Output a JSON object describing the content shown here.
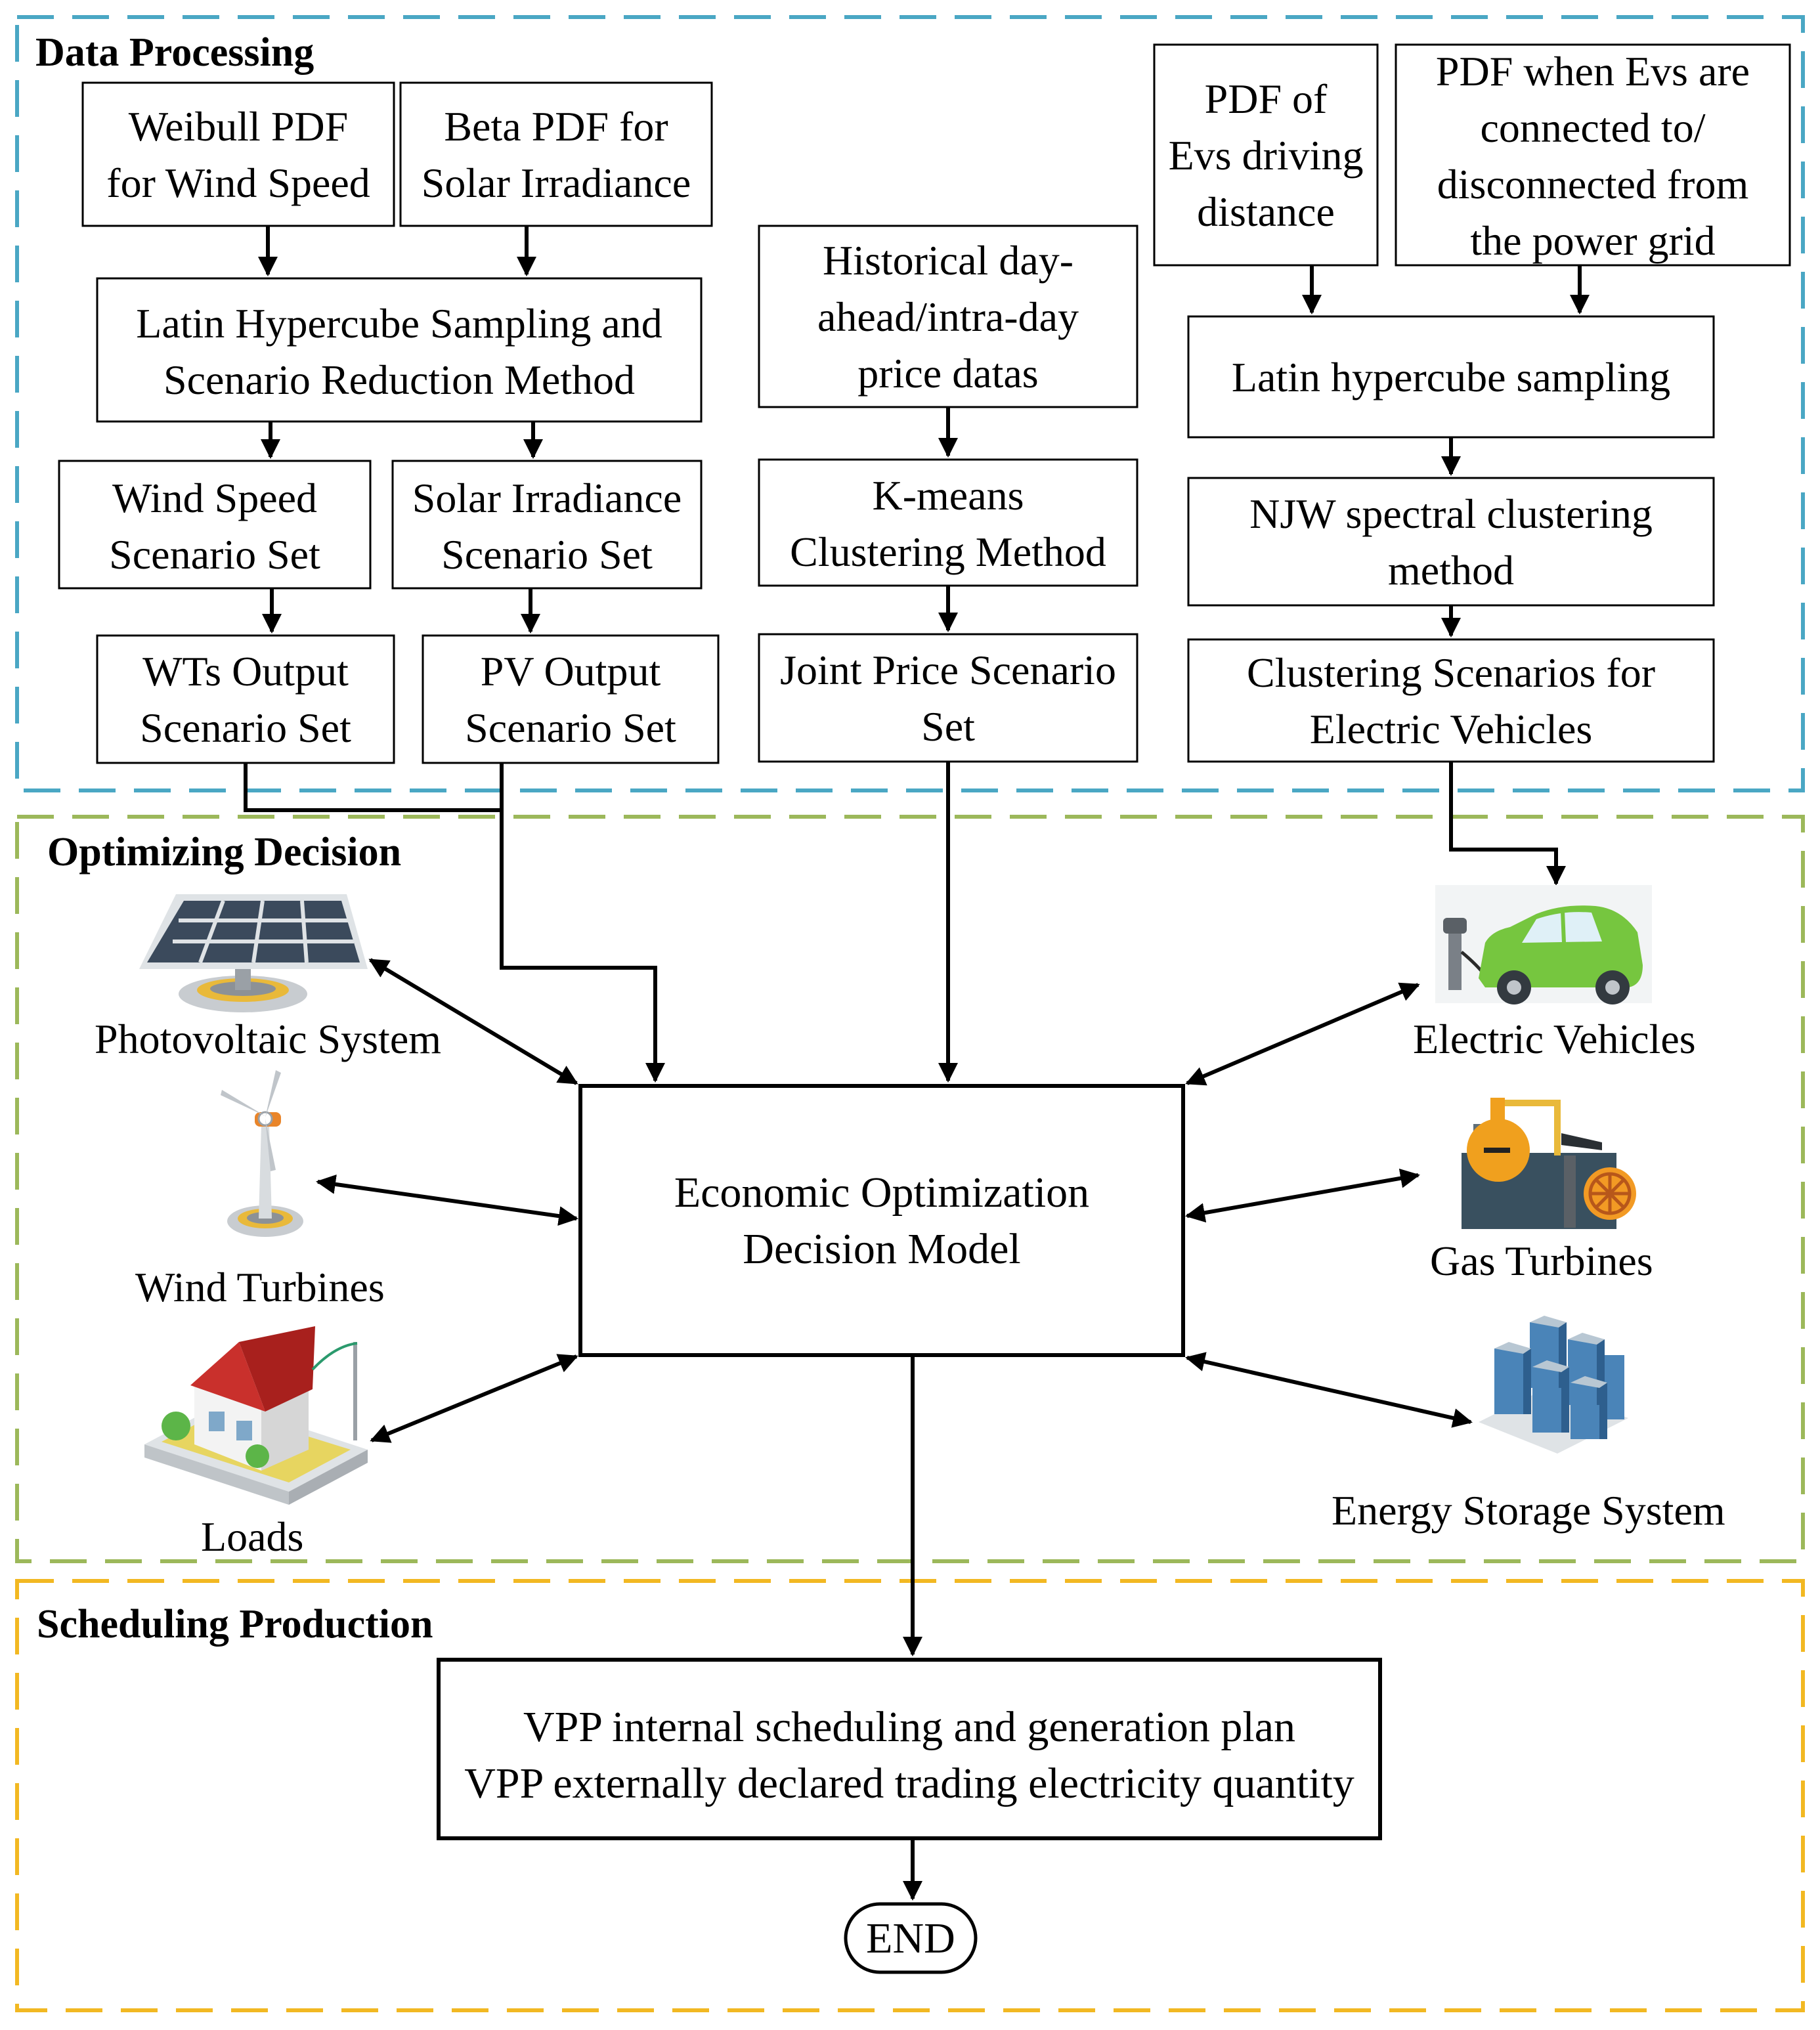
{
  "colors": {
    "data_processing": "#4aa7c4",
    "optimizing_decision": "#9cb85a",
    "scheduling_production": "#f2b822"
  },
  "sections": {
    "data_processing": "Data Processing",
    "optimizing_decision": "Optimizing Decision",
    "scheduling_production": "Scheduling Production"
  },
  "data_processing": {
    "weibull": [
      "Weibull PDF",
      "for Wind Speed"
    ],
    "beta": [
      "Beta PDF for",
      "Solar Irradiance"
    ],
    "lhs_reduction": [
      "Latin Hypercube Sampling and",
      "Scenario Reduction Method"
    ],
    "wind_set": [
      "Wind Speed",
      "Scenario Set"
    ],
    "solar_set": [
      "Solar Irradiance",
      "Scenario Set"
    ],
    "wt_output": [
      "WTs Output",
      "Scenario Set"
    ],
    "pv_output": [
      "PV Output",
      "Scenario Set"
    ],
    "price_history": [
      "Historical day-",
      "ahead/intra-day",
      "price datas"
    ],
    "kmeans": [
      "K-means",
      "Clustering Method"
    ],
    "joint_price": [
      "Joint Price Scenario",
      "Set"
    ],
    "ev_distance": [
      "PDF of",
      "Evs driving",
      "distance"
    ],
    "ev_connect": [
      "PDF when Evs are",
      "connected to/",
      "disconnected from",
      "the power grid"
    ],
    "ev_lhs": [
      "Latin hypercube sampling"
    ],
    "njw": [
      "NJW spectral clustering",
      "method"
    ],
    "ev_clusters": [
      "Clustering Scenarios for",
      "Electric Vehicles"
    ]
  },
  "optimizing": {
    "model": [
      "Economic Optimization",
      "Decision Model"
    ],
    "pv_label": "Photovoltaic System",
    "wind_label": "Wind Turbines",
    "loads_label": "Loads",
    "ev_label": "Electric Vehicles",
    "gas_label": "Gas Turbines",
    "ess_label": "Energy Storage System",
    "icons": {
      "pv": "solar-panel-icon",
      "wind": "wind-turbine-icon",
      "loads": "house-icon",
      "ev": "electric-car-icon",
      "gas": "gas-turbine-icon",
      "ess": "battery-rack-icon"
    }
  },
  "scheduling": {
    "plan": [
      "VPP internal scheduling and generation plan",
      "VPP externally declared trading electricity quantity"
    ],
    "end": "END"
  }
}
